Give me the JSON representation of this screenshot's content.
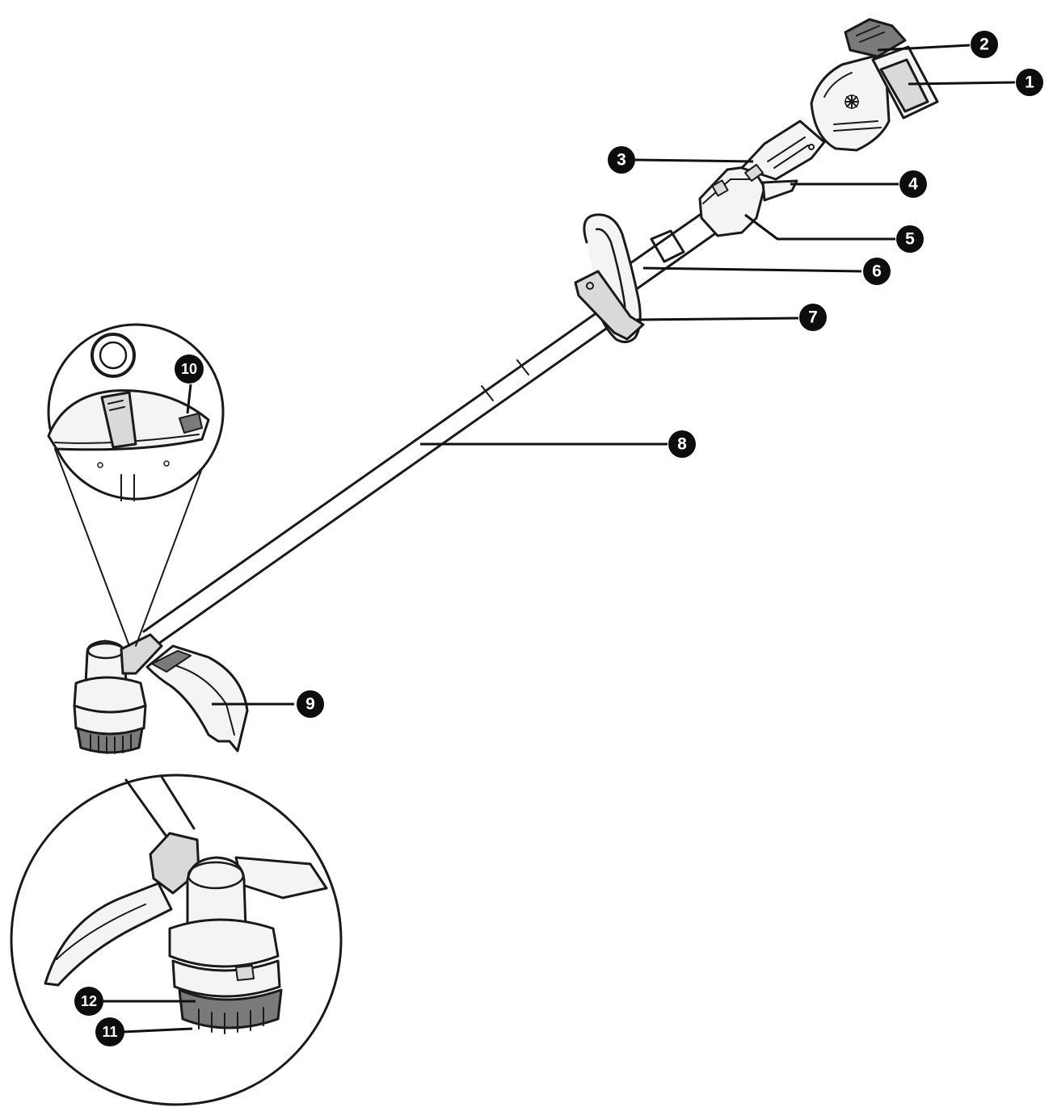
{
  "callouts": [
    {
      "id": "1",
      "label": "1"
    },
    {
      "id": "2",
      "label": "2"
    },
    {
      "id": "3",
      "label": "3"
    },
    {
      "id": "4",
      "label": "4"
    },
    {
      "id": "5",
      "label": "5"
    },
    {
      "id": "6",
      "label": "6"
    },
    {
      "id": "7",
      "label": "7"
    },
    {
      "id": "8",
      "label": "8"
    },
    {
      "id": "9",
      "label": "9"
    },
    {
      "id": "10",
      "label": "10"
    },
    {
      "id": "11",
      "label": "11"
    },
    {
      "id": "12",
      "label": "12"
    }
  ],
  "colors": {
    "ink": "#1a1a1a",
    "callout_fill": "#0d0d0d",
    "callout_text": "#ffffff",
    "background": "#ffffff"
  }
}
